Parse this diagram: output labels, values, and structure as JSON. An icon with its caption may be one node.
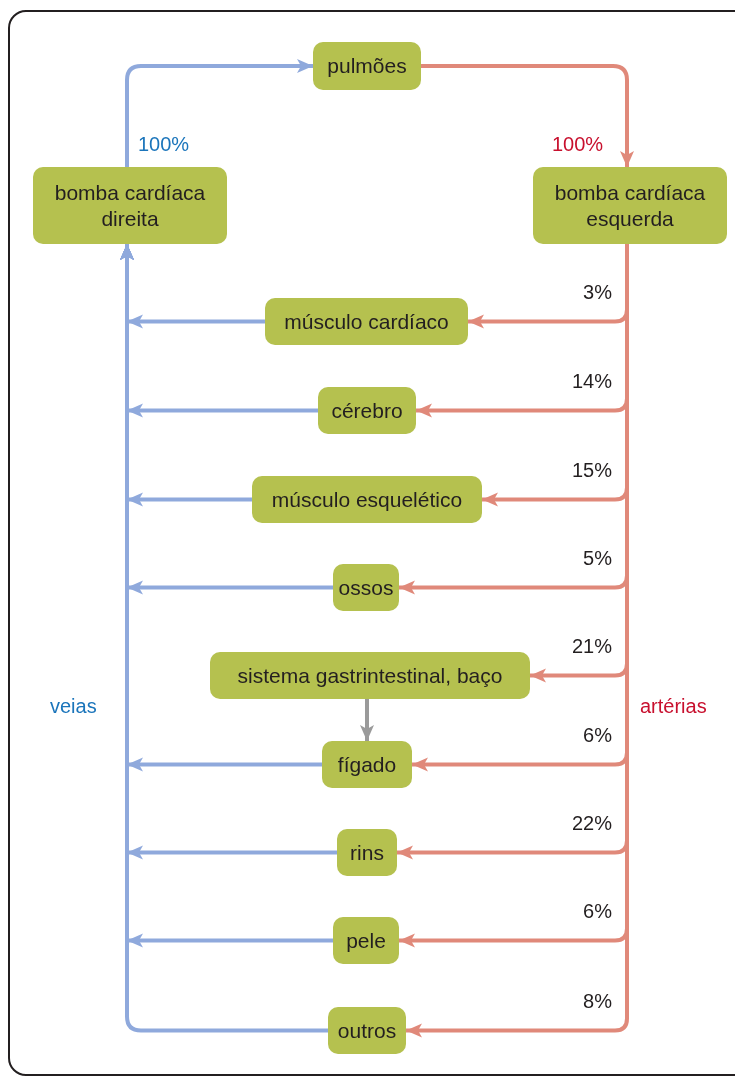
{
  "diagram": {
    "nodes": [
      {
        "text": [
          "pulmões"
        ]
      },
      {
        "text": [
          "bomba cardíaca direita"
        ]
      },
      {
        "text": [
          "bomba cardíaca esquerda"
        ]
      },
      {
        "text": [
          "músculo cardíaco"
        ]
      },
      {
        "text": [
          "cérebro"
        ]
      },
      {
        "text": [
          "músculo esquelético"
        ]
      },
      {
        "text": [
          "ossos"
        ]
      },
      {
        "text": [
          "sistema gastrintestinal, baço"
        ]
      },
      {
        "text": [
          "fígado"
        ]
      },
      {
        "text": [
          "rins"
        ]
      },
      {
        "text": [
          "pele"
        ]
      },
      {
        "text": [
          "outros"
        ]
      }
    ],
    "edges": [
      {
        "from": 1,
        "to": 0,
        "arrow": "to",
        "label": "100%",
        "color": "#8fa9dc"
      },
      {
        "from": 0,
        "to": 2,
        "arrow": "to",
        "label": "100%"
      },
      {
        "from": 2,
        "to": 3,
        "arrow": "to",
        "label": "3%"
      },
      {
        "from": 2,
        "to": 4,
        "arrow": "to",
        "label": "14%"
      },
      {
        "from": 2,
        "to": 5,
        "arrow": "to",
        "label": "15%"
      },
      {
        "from": 2,
        "to": 6,
        "arrow": "to",
        "label": "5%"
      },
      {
        "from": 2,
        "to": 7,
        "arrow": "to",
        "label": "21%"
      },
      {
        "from": 2,
        "to": 8,
        "arrow": "to",
        "label": "6%"
      },
      {
        "from": 2,
        "to": 9,
        "arrow": "to",
        "label": "22%"
      },
      {
        "from": 2,
        "to": 10,
        "arrow": "to",
        "label": "6%"
      },
      {
        "from": 2,
        "to": 11,
        "arrow": "to",
        "label": "8%"
      },
      {
        "from": 7,
        "to": 8,
        "arrow": "to",
        "color": "#9a9a9a"
      },
      {
        "from": 3,
        "to": 1,
        "arrow": "to",
        "color": "#8fa9dc"
      },
      {
        "from": 4,
        "to": 1,
        "arrow": "to",
        "color": "#8fa9dc"
      },
      {
        "from": 5,
        "to": 1,
        "arrow": "to",
        "color": "#8fa9dc"
      },
      {
        "from": 6,
        "to": 1,
        "arrow": "to",
        "color": "#8fa9dc"
      },
      {
        "from": 8,
        "to": 1,
        "arrow": "to",
        "color": "#8fa9dc"
      },
      {
        "from": 9,
        "to": 1,
        "arrow": "to",
        "color": "#8fa9dc"
      },
      {
        "from": 10,
        "to": 1,
        "arrow": "to",
        "color": "#8fa9dc"
      },
      {
        "from": 11,
        "to": 1,
        "arrow": "to",
        "color": "#8fa9dc"
      }
    ],
    "labels": [
      "veias",
      "artérias"
    ]
  }
}
